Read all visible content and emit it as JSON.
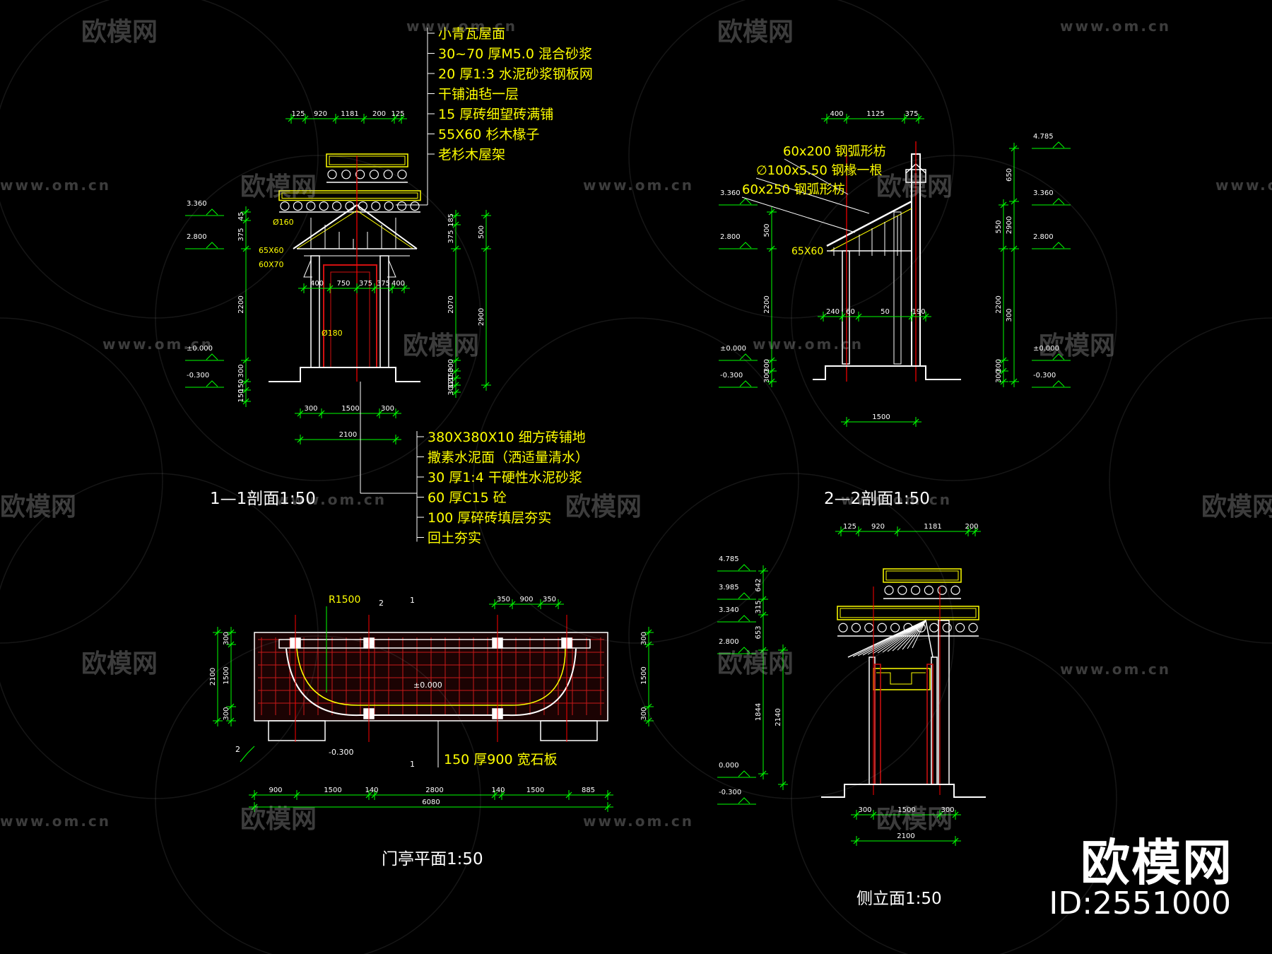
{
  "titles": {
    "section_1": "1—1剖面1:50",
    "section_2": "2—2剖面1:50",
    "plan": "门亭平面1:50",
    "side": "侧立面1:50"
  },
  "brand": {
    "name": "欧模网",
    "id": "ID:2551000"
  },
  "watermark": {
    "cn": "欧模网",
    "url": "www.om.cn"
  },
  "roof_notes": [
    "小青瓦屋面",
    "30~70 厚M5.0 混合砂浆",
    "20 厚1:3 水泥砂浆钢板网",
    "干铺油毡一层",
    "15 厚砖细望砖满铺",
    "55X60 杉木椽子",
    "老杉木屋架"
  ],
  "floor_notes": [
    "380X380X10  细方砖铺地",
    "撒素水泥面（洒适量清水）",
    "30 厚1:4 干硬性水泥砂浆",
    "60 厚C15 砼",
    "100 厚碎砖填层夯实",
    "回土夯实"
  ],
  "s2_notes": [
    "60x200 钢弧形枋",
    "∅100x5.50 钢椽一根",
    "60x250 钢弧形枋"
  ],
  "plan_notes": {
    "slab": "150 厚900 宽石板",
    "radius": "R1500",
    "level": "±0.000",
    "level_low": "-0.300"
  },
  "s1_dims": {
    "top": [
      "125",
      "920",
      "1181",
      "200",
      "125"
    ],
    "mid": [
      "400",
      "750",
      "375",
      "375",
      "400"
    ],
    "bottom": [
      "300",
      "1500",
      "300"
    ],
    "bottom_total": "2100",
    "left": [
      "45",
      "375",
      "2200",
      "300",
      "150",
      "150"
    ],
    "right": [
      "185",
      "375",
      "2070",
      "300",
      "150",
      "120",
      "300",
      "500",
      "2900"
    ],
    "labels": [
      "Ø160",
      "65X60",
      "60X70",
      "Ø180"
    ]
  },
  "s2_dims": {
    "top": [
      "400",
      "1125",
      "375"
    ],
    "mid": [
      "240",
      "60",
      "50",
      "190"
    ],
    "bottom": "1500",
    "left": [
      "500",
      "2200",
      "300",
      "300"
    ],
    "right": [
      "550",
      "2200",
      "300",
      "300",
      "650",
      "2900",
      "300"
    ],
    "labels": [
      "65X60"
    ]
  },
  "plan_dims": {
    "bottom": [
      "900",
      "1500",
      "140",
      "2800",
      "140",
      "1500",
      "885"
    ],
    "bottom_total": "6080",
    "top": [
      "350",
      "900",
      "350"
    ],
    "left": [
      "300",
      "1500",
      "300",
      "2100"
    ],
    "right": [
      "300",
      "1500",
      "300"
    ],
    "cut_marks": [
      "1",
      "2",
      "1",
      "2"
    ]
  },
  "side_dims": {
    "bottom": [
      "300",
      "1500",
      "300"
    ],
    "bottom_total": "2100",
    "top": [
      "125",
      "920",
      "1181",
      "200",
      "125"
    ],
    "left": [
      "642",
      "315",
      "653",
      "1844",
      "2140"
    ]
  },
  "levels": {
    "s1": [
      "3.360",
      "2.800",
      "±0.000",
      "-0.300"
    ],
    "s2_left": [
      "3.360",
      "2.800",
      "±0.000",
      "-0.300"
    ],
    "s2_right": [
      "4.785",
      "3.360",
      "2.800",
      "±0.000",
      "-0.300"
    ],
    "side": [
      "4.785",
      "3.985",
      "3.340",
      "2.800",
      "0.000",
      "-0.300"
    ]
  },
  "colors": {
    "background": "#000000",
    "dimension": "#00ff00",
    "annotation": "#ffff00",
    "outline": "#ffffff",
    "axis": "#ff0000",
    "wood": "#d21010",
    "paving": "#c81818"
  }
}
